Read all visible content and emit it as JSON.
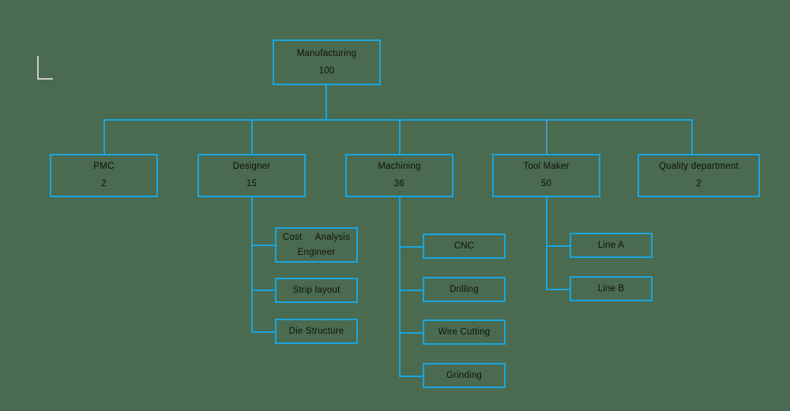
{
  "diagram": {
    "title_node": {
      "name": "Manufacturing",
      "count": "100"
    },
    "level2": [
      {
        "id": "pmc",
        "name": "PMC",
        "count": "2"
      },
      {
        "id": "designer",
        "name": "Designer",
        "count": "15"
      },
      {
        "id": "machining",
        "name": "Machining",
        "count": "36"
      },
      {
        "id": "toolmaker",
        "name": "Tool Maker",
        "count": "50"
      },
      {
        "id": "quality",
        "name": "Quality department",
        "count": "2"
      }
    ],
    "designer_children": [
      {
        "id": "cost-analysis-engineer",
        "line1": "Cost     Analysis",
        "line2": "Engineer"
      },
      {
        "id": "strip-layout",
        "line1": "Strip layout",
        "line2": ""
      },
      {
        "id": "die-structure",
        "line1": "Die Structure",
        "line2": ""
      }
    ],
    "machining_children": [
      {
        "id": "cnc",
        "name": "CNC"
      },
      {
        "id": "drilling",
        "name": "Drilling"
      },
      {
        "id": "wire-cutting",
        "name": "Wire Cutting"
      },
      {
        "id": "grinding",
        "name": "Grinding"
      }
    ],
    "toolmaker_children": [
      {
        "id": "line-a",
        "name": "Line A"
      },
      {
        "id": "line-b",
        "name": "Line B"
      }
    ],
    "colors": {
      "background": "#4a6b4f",
      "border": "#19a5e0",
      "connector": "#19a5e0",
      "connector_muted": "#4f93bd",
      "text": "#101010",
      "corner_mark": "#c9c9c9"
    }
  }
}
